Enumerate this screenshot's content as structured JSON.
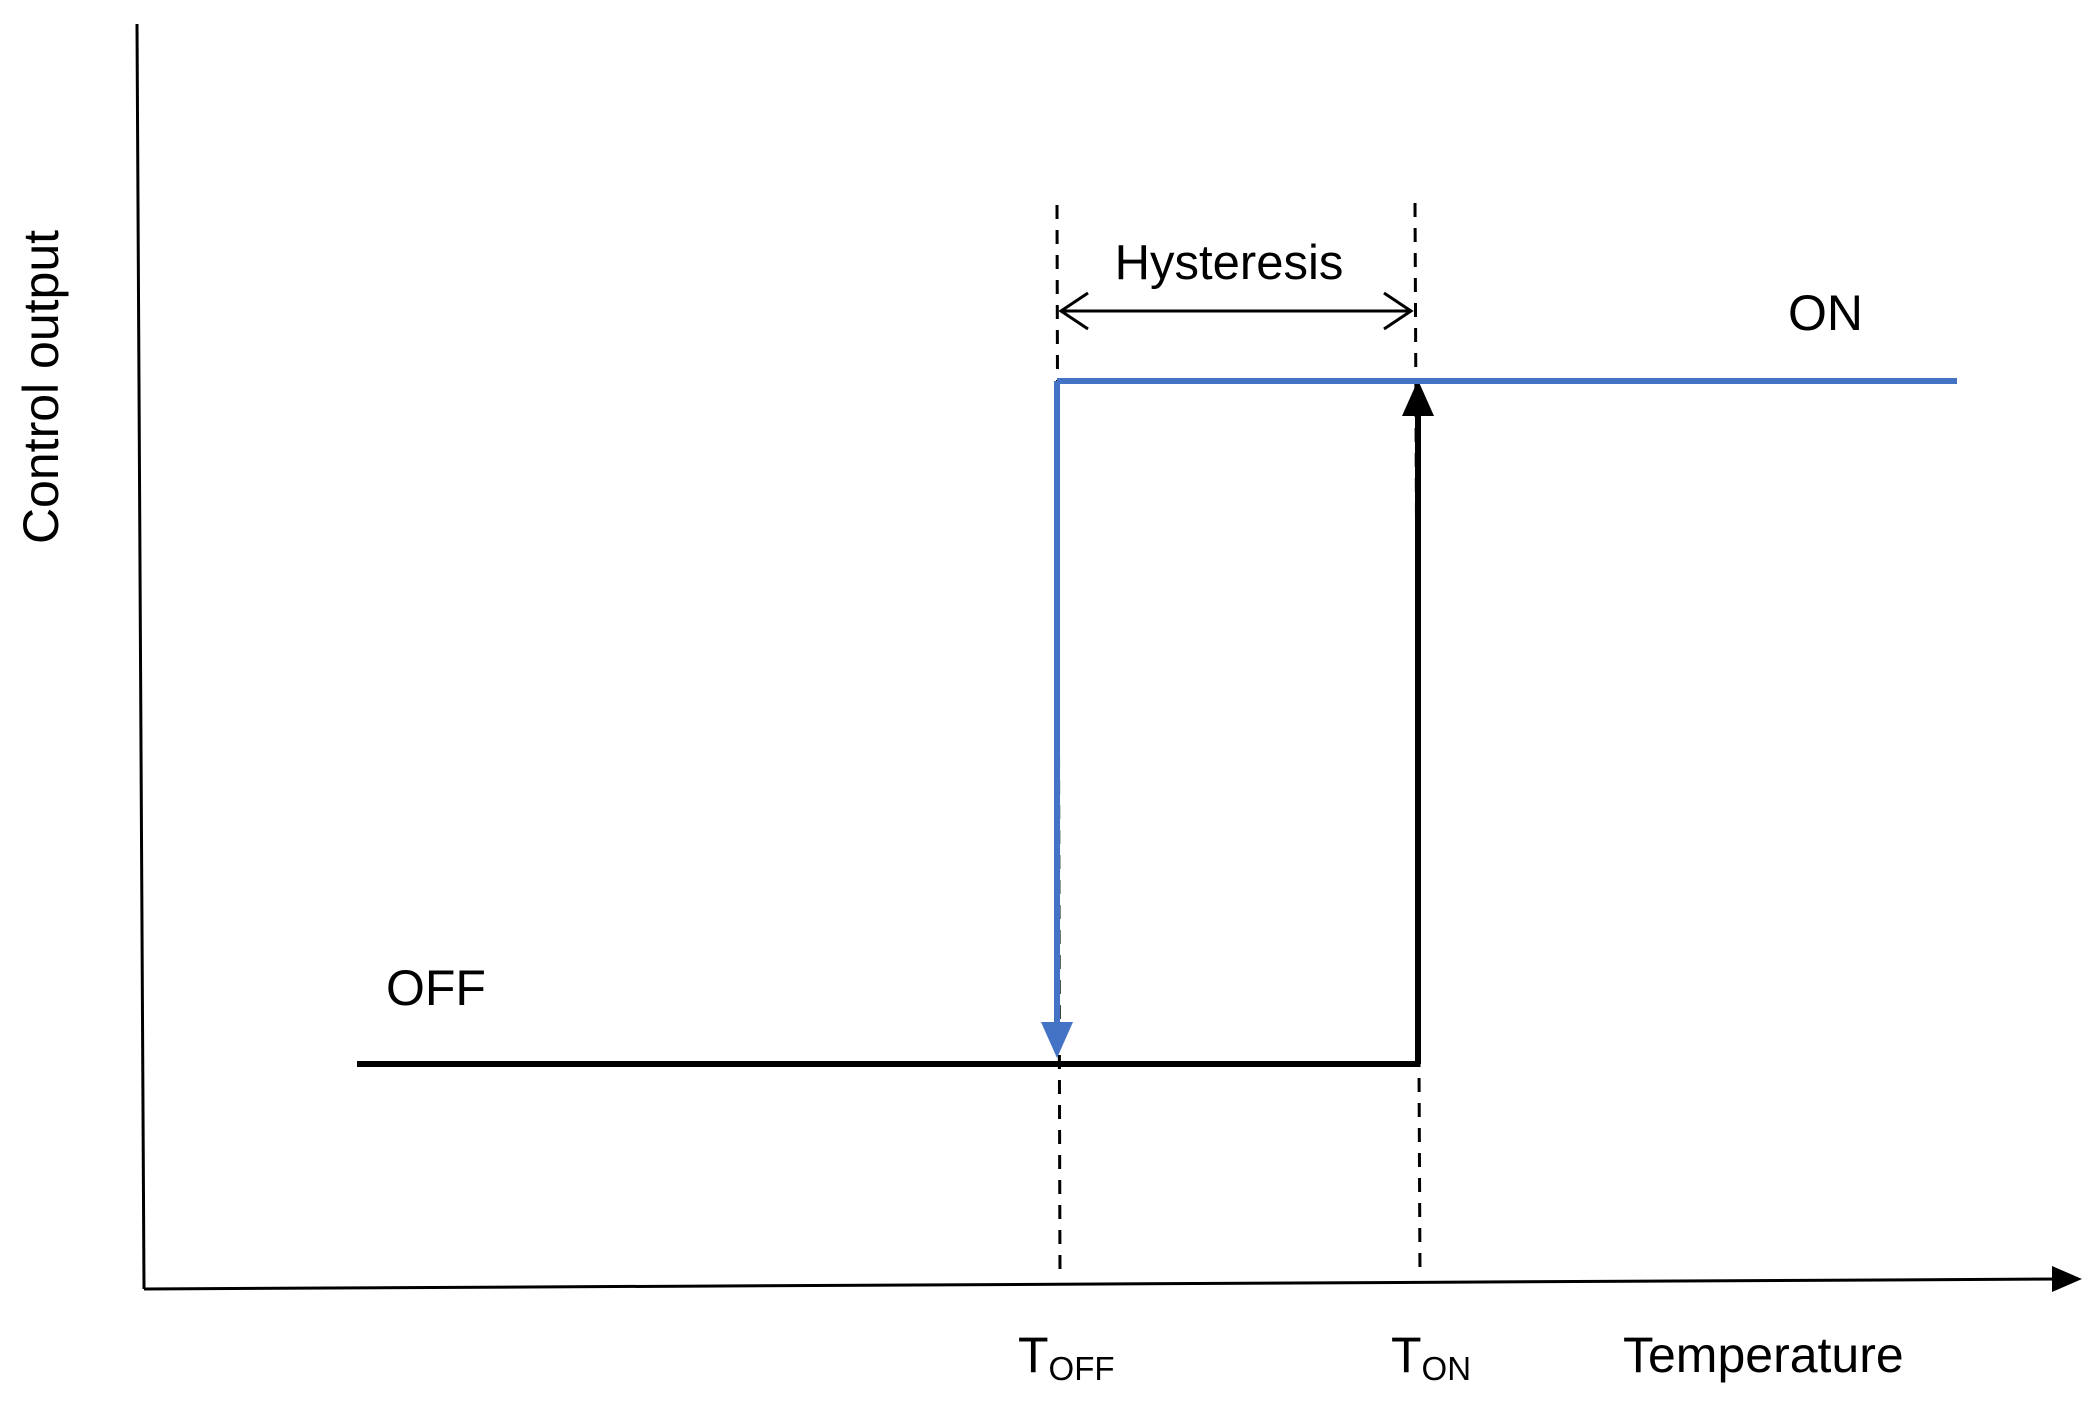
{
  "labels": {
    "y_axis": "Control output",
    "x_axis": "Temperature",
    "on_state": "ON",
    "off_state": "OFF",
    "hysteresis": "Hysteresis",
    "t_off_main": "T",
    "t_off_sub": "OFF",
    "t_on_main": "T",
    "t_on_sub": "ON"
  },
  "colors": {
    "axis": "#000000",
    "off_path": "#000000",
    "on_path": "#4472C4",
    "guide": "#000000"
  }
}
